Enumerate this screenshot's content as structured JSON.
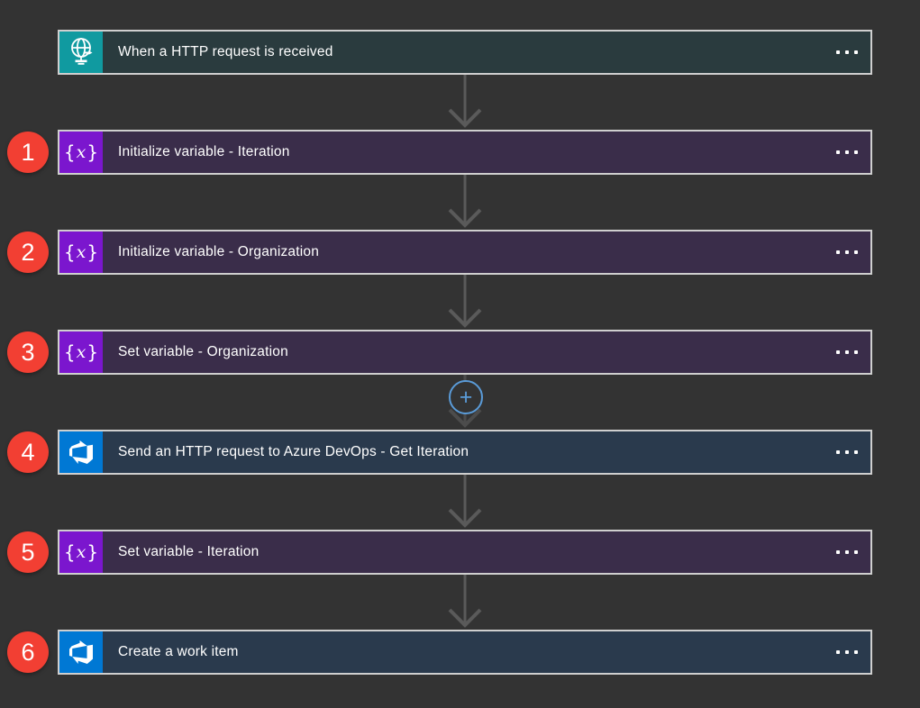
{
  "colors": {
    "page_bg": "#333333",
    "card_border": "#cfcfcf",
    "arrow_gray": "#5a5a5a",
    "insert_blue": "#5a9bd8",
    "badge_red": "#f23f33",
    "text_white": "#ffffff"
  },
  "icons": {
    "trigger": "http-request-globe-icon",
    "variable": {
      "name": "variable-x-icon",
      "open": "{",
      "x": "x",
      "close": "}"
    },
    "devops": "azure-devops-icon",
    "menu": "ellipsis-icon",
    "insert": "plus-icon"
  },
  "workflow": {
    "steps": [
      {
        "type": "trigger",
        "label": "When a HTTP request is received",
        "icon": "http-request-globe-icon",
        "icon_bg": "#109aa0",
        "body_bg": "#2a3b3e",
        "number": null
      },
      {
        "type": "action",
        "label": "Initialize variable - Iteration",
        "icon": "variable-x-icon",
        "icon_bg": "#7b16ce",
        "body_bg": "#3a2d4a",
        "number": "1"
      },
      {
        "type": "action",
        "label": "Initialize variable - Organization",
        "icon": "variable-x-icon",
        "icon_bg": "#7b16ce",
        "body_bg": "#3a2d4a",
        "number": "2"
      },
      {
        "type": "action",
        "label": "Set variable - Organization",
        "icon": "variable-x-icon",
        "icon_bg": "#7b16ce",
        "body_bg": "#3a2d4a",
        "number": "3"
      },
      {
        "type": "action",
        "label": "Send an HTTP request to Azure DevOps - Get Iteration",
        "icon": "azure-devops-icon",
        "icon_bg": "#0078d4",
        "body_bg": "#2a3a4d",
        "number": "4"
      },
      {
        "type": "action",
        "label": "Set variable - Iteration",
        "icon": "variable-x-icon",
        "icon_bg": "#7b16ce",
        "body_bg": "#3a2d4a",
        "number": "5"
      },
      {
        "type": "action",
        "label": "Create a work item",
        "icon": "azure-devops-icon",
        "icon_bg": "#0078d4",
        "body_bg": "#2a3a4d",
        "number": "6"
      }
    ],
    "insert_button": {
      "symbol": "+"
    }
  }
}
